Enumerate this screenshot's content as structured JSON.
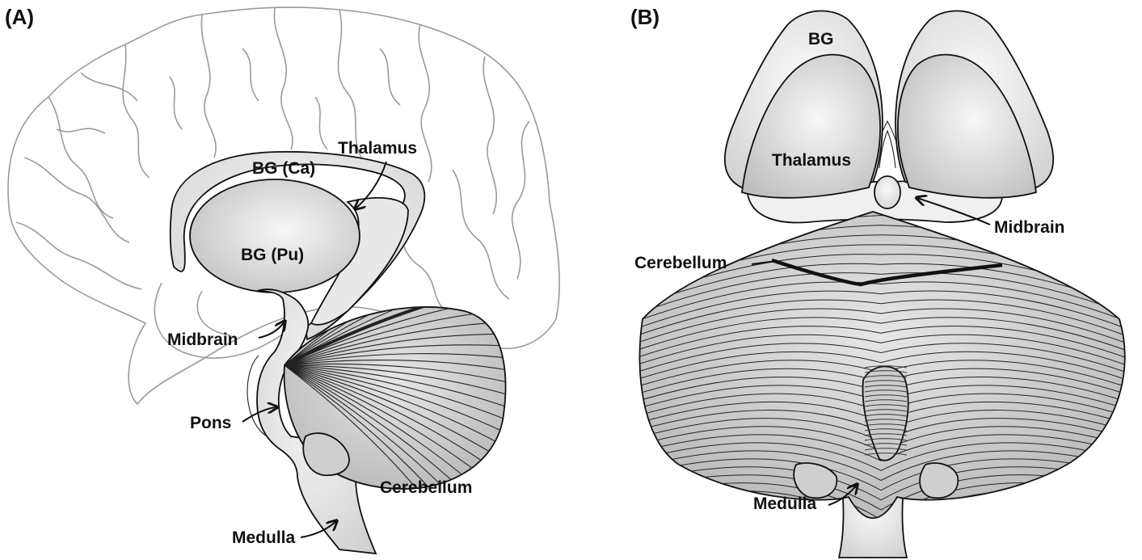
{
  "panels": [
    {
      "id": "A",
      "label": "(A)",
      "structures": {
        "bg_caudate": "BG (Ca)",
        "thalamus": "Thalamus",
        "bg_putamen": "BG (Pu)",
        "midbrain": "Midbrain",
        "pons": "Pons",
        "cerebellum": "Cerebellum",
        "medulla": "Medulla"
      }
    },
    {
      "id": "B",
      "label": "(B)",
      "structures": {
        "bg": "BG",
        "thalamus": "Thalamus",
        "midbrain": "Midbrain",
        "cerebellum": "Cerebellum",
        "medulla": "Medulla"
      }
    }
  ],
  "colors": {
    "ink": "#111111",
    "cortex_outline": "#9a9a9a",
    "tissue_light": "#f4f4f4",
    "tissue_dark": "#bdbdbd",
    "cerebellum_fill": "#d6d6d6"
  }
}
